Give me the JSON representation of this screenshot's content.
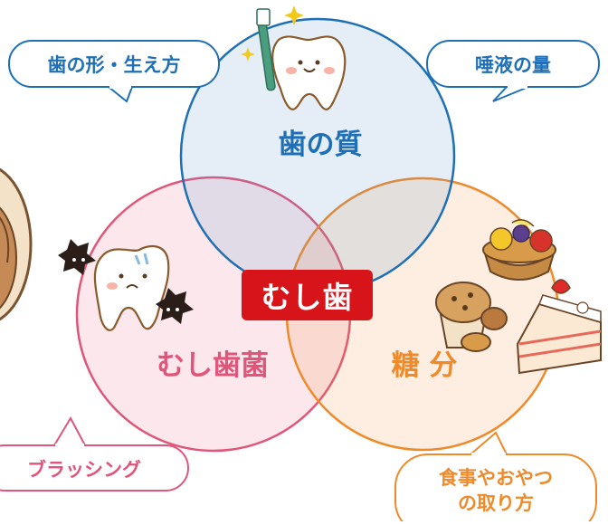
{
  "center": "むし歯",
  "circles": {
    "quality": {
      "label": "歯の質",
      "color": "#1e6fb5"
    },
    "bacteria": {
      "label": "むし歯菌",
      "color": "#e0557a"
    },
    "sugar": {
      "label": "糖 分",
      "color": "#ef8a2a"
    }
  },
  "bubbles": {
    "shape": "歯の形・生え方",
    "saliva": "唾液の量",
    "brushing": "ブラッシング",
    "meal_line1": "食事やおやつ",
    "meal_line2": "の取り方"
  },
  "colors": {
    "blue": "#1e6fb5",
    "pink": "#e0557a",
    "orange": "#ef8a2a",
    "red": "#d7141a"
  },
  "illustrations": [
    "tooth-with-toothbrush-icon",
    "sad-tooth-with-bacteria-icon",
    "sweets-icon",
    "child-face-icon"
  ]
}
